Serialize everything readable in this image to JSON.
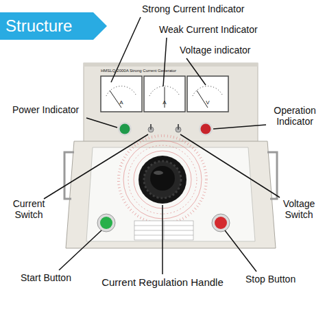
{
  "diagram": {
    "title": "Structure",
    "labels": [
      "Strong Current Indicator",
      "Weak Current Indicator",
      "Voltage indicator",
      "Power Indicator",
      "Operation Indicator",
      "Current Switch",
      "Voltage Switch",
      "Start Button",
      "Current Regulation Handle",
      "Stop Button",
      "HMSLQ-2000A  Strong Current Generator",
      "A",
      "A",
      "V"
    ]
  }
}
